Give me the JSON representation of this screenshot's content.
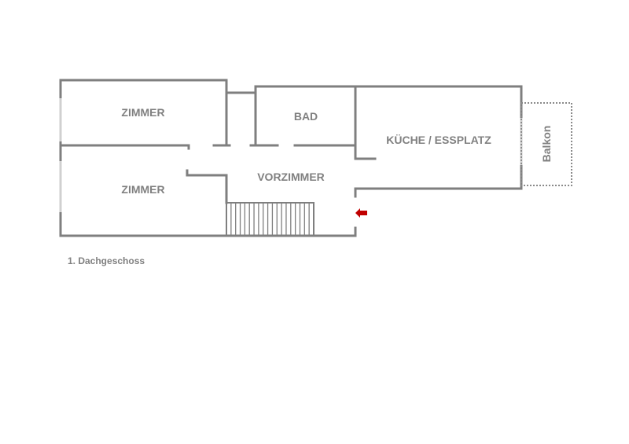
{
  "plan": {
    "rooms": {
      "zimmer_top": "ZIMMER",
      "zimmer_bottom": "ZIMMER",
      "bad": "BAD",
      "vorzimmer": "VORZIMMER",
      "kueche": "KÜCHE / ESSPLATZ",
      "balkon": "Balkon"
    },
    "floor_label": "1.  Dachgeschoss",
    "stair_steps": 19,
    "colors": {
      "wall": "#7f7f7f",
      "entrance_arrow": "#c00000",
      "text": "#808080"
    }
  }
}
